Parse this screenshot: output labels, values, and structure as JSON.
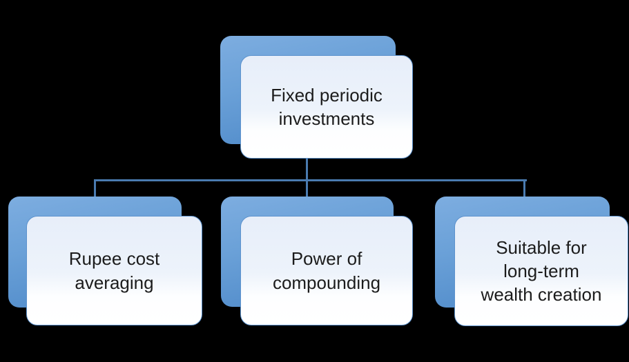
{
  "diagram": {
    "type": "hierarchy",
    "root": {
      "label": "Fixed periodic\ninvestments"
    },
    "children": [
      {
        "label": "Rupee cost\naveraging"
      },
      {
        "label": "Power of\ncompounding"
      },
      {
        "label": "Suitable for\nlong-term\nwealth creation"
      }
    ],
    "colors": {
      "background": "#000000",
      "back_panel_top": "#7dade0",
      "back_panel_bottom": "#4b87c7",
      "front_panel_top": "#e7eef9",
      "front_panel_bottom": "#ffffff",
      "panel_border": "#5c92cd",
      "connector": "#4a7bb0",
      "text": "#1c1c1c"
    }
  }
}
